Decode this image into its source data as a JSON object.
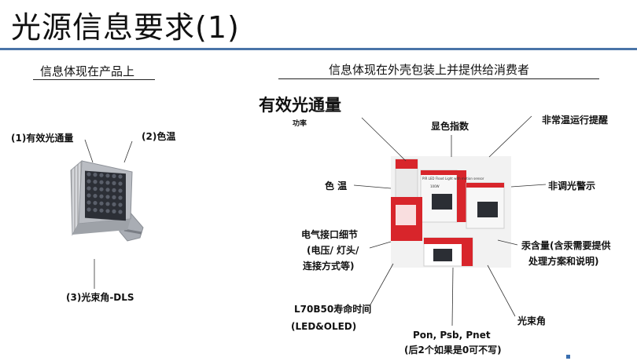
{
  "header": {
    "title": "光源信息要求(1)"
  },
  "left": {
    "subtitle": "信息体现在产品上",
    "labels": {
      "flux": "(1)有效光通量",
      "cct": "(2)色温",
      "beam": "(3)光束角-DLS"
    }
  },
  "right": {
    "subtitle": "信息体现在外壳包装上并提供给消费者",
    "headline": "有效光通量",
    "power": "功率",
    "labels": {
      "cri": "显色指数",
      "high_temp": "非常温运行提醒",
      "cct": "色 温",
      "dim": "非调光警示",
      "elec_1": "电气接口细节",
      "elec_2": "(电压/ 灯头/",
      "elec_3": "连接方式等)",
      "mercury_1": "汞含量(含汞需要提供",
      "mercury_2": "处理方案和说明)",
      "life_1": "L70B50寿命时间",
      "life_2": "(LED&OLED)",
      "beam": "光束角",
      "pon_1": "Pon, Psb, Pnet",
      "pon_2": "(后2个如果是0可不写)"
    },
    "box_text": {
      "front": "PIR LED Flood Light with motion sensor",
      "wattage": "100W"
    }
  },
  "colors": {
    "rule": "#4a74a8",
    "box_red": "#d8252b",
    "fixture": "#b9bcc2"
  }
}
